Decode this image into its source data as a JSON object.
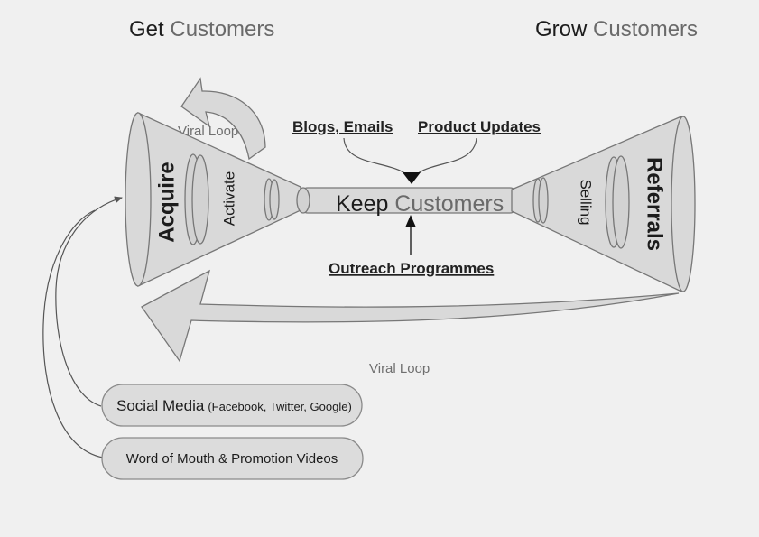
{
  "sections": {
    "get": {
      "lead": "Get",
      "rest": " Customers"
    },
    "grow": {
      "lead": "Grow",
      "rest": " Customers"
    },
    "keep": {
      "lead": "Keep",
      "rest": " Customers"
    }
  },
  "funnel_left": {
    "outer": "Acquire",
    "inner": "Activate"
  },
  "funnel_right": {
    "outer": "Referrals",
    "inner": "Selling"
  },
  "viral_loop_top": "Viral Loop",
  "viral_loop_bottom": "Viral Loop",
  "inputs": {
    "blogs": "Blogs, Emails",
    "product_updates": "Product Updates",
    "outreach": "Outreach Programmes"
  },
  "channels": {
    "social_main": "Social Media",
    "social_detail": "(Facebook, Twitter, Google)",
    "word_of_mouth": "Word of Mouth & Promotion Videos"
  },
  "colors": {
    "background": "#f0f0f0",
    "shape_fill": "#d9d9d9",
    "stroke": "#777777",
    "text_dark": "#1c1c1c",
    "text_grey": "#6a6a6a"
  }
}
